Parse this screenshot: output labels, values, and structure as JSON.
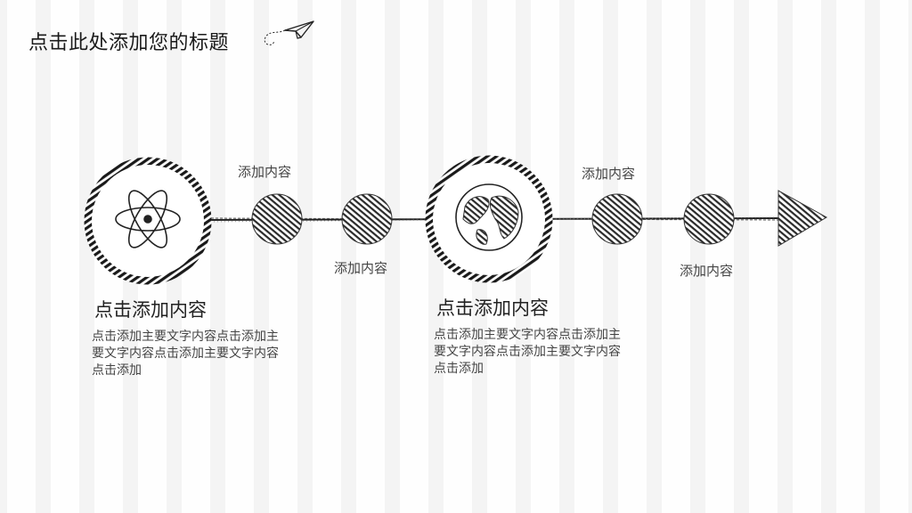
{
  "slide": {
    "title": "点击此处添加您的标题",
    "decor": {
      "plane_icon": "paper-plane-icon"
    },
    "nodes": [
      {
        "kind": "big",
        "icon": "atom-icon"
      },
      {
        "kind": "small",
        "label": "添加内容"
      },
      {
        "kind": "small",
        "label": "添加内容"
      },
      {
        "kind": "big",
        "icon": "globe-icon"
      },
      {
        "kind": "small",
        "label": "添加内容"
      },
      {
        "kind": "small",
        "label": "添加内容"
      }
    ],
    "sections": [
      {
        "heading": "点击添加内容",
        "body": "点击添加主要文字内容点击添加主要文字内容点击添加主要文字内容点击添加"
      },
      {
        "heading": "点击添加内容",
        "body": "点击添加主要文字内容点击添加主要文字内容点击添加主要文字内容点击添加"
      }
    ]
  },
  "colors": {
    "background": "#f4f4f4",
    "tile": "#ffffff",
    "ink": "#333333"
  }
}
